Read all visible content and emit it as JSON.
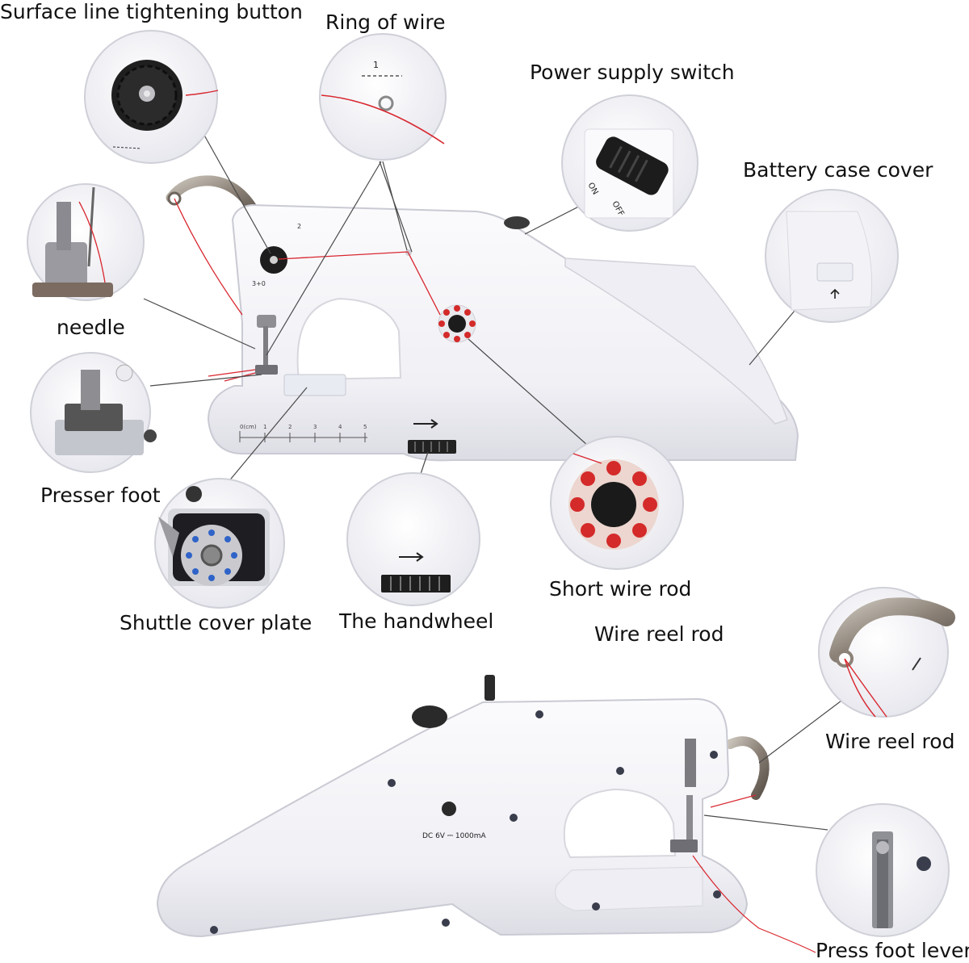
{
  "labels": {
    "surface_line_tightening_button": "Surface line tightening button",
    "ring_of_wire": "Ring of wire",
    "power_supply_switch": "Power supply switch",
    "battery_case_cover": "Battery case cover",
    "needle": "needle",
    "presser_foot": "Presser foot",
    "shuttle_cover_plate": "Shuttle cover plate",
    "the_handwheel": "The handwheel",
    "short_wire_rod": "Short wire rod",
    "wire_reel_rod_top": "Wire reel rod",
    "wire_reel_rod_right": "Wire reel rod",
    "press_foot_lever": "Press foot lever"
  },
  "machine_markings": {
    "on": "ON",
    "off": "OFF",
    "ruler_unit": "0(cm)",
    "ruler_ticks": [
      "1",
      "2",
      "3",
      "4",
      "5"
    ],
    "tension_mark": "3+0",
    "dial_mark_1": "1",
    "dial_mark_2": "2",
    "power_rating": "DC 6V ⎓ 1000mA"
  },
  "colors": {
    "thread": "#d8262e",
    "body": "#f4f4f8",
    "outline": "#c9cad3",
    "dark": "#1c1c1c",
    "metal": "#8a8076"
  }
}
